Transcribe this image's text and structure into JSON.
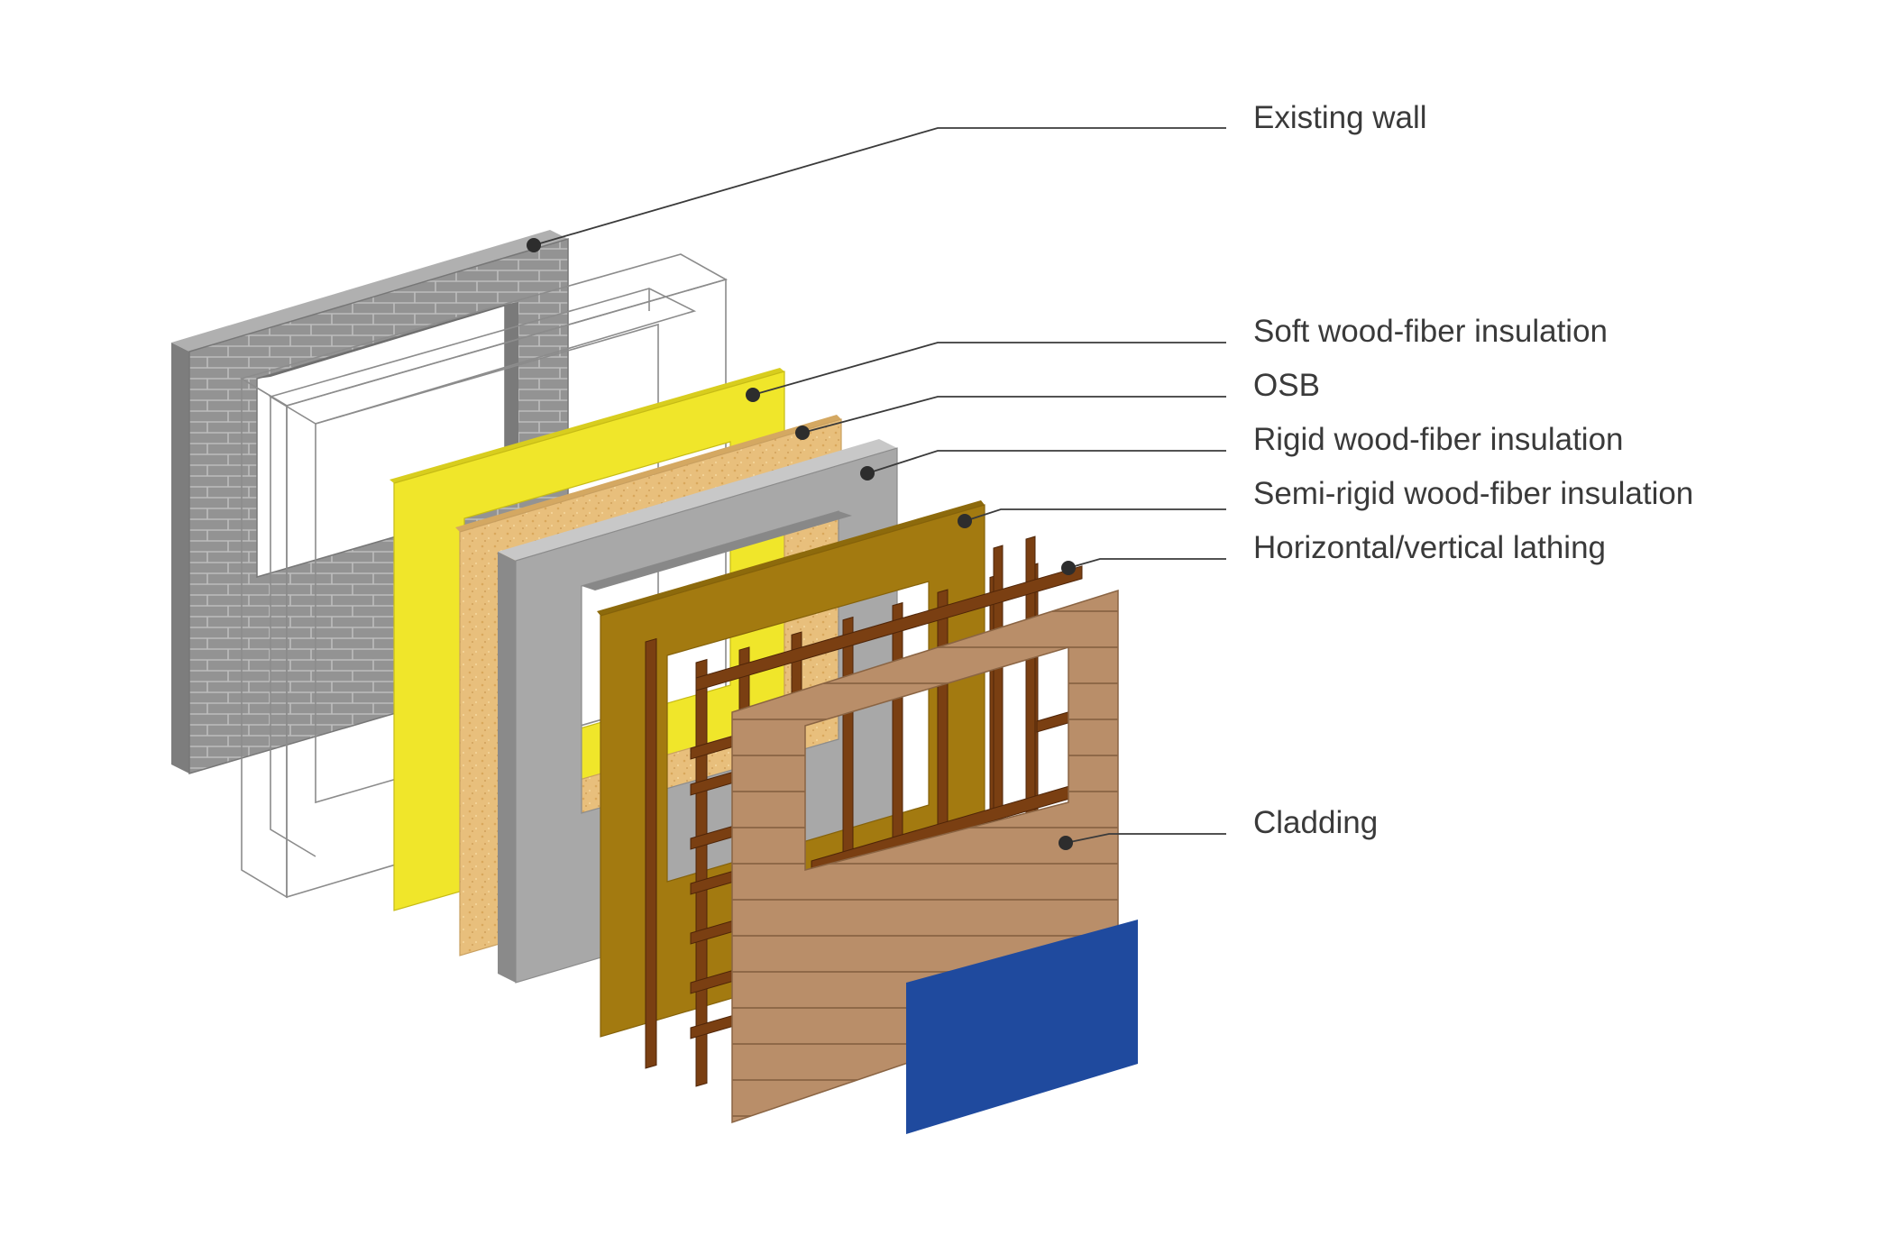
{
  "diagram": {
    "layers": [
      {
        "id": "existing-wall",
        "label": "Existing wall",
        "color": "#8e8e8e"
      },
      {
        "id": "soft-wood-fiber-insulation",
        "label": "Soft wood-fiber insulation",
        "color": "#f0e62a"
      },
      {
        "id": "osb",
        "label": "OSB",
        "color": "#e8bf7c"
      },
      {
        "id": "rigid-wood-fiber-insulation",
        "label": "Rigid wood-fiber insulation",
        "color": "#a6a6a6"
      },
      {
        "id": "semi-rigid-wood-fiber-insulation",
        "label": "Semi-rigid wood-fiber insulation",
        "color": "#a37a10"
      },
      {
        "id": "lathing",
        "label": "Horizontal/vertical lathing",
        "color": "#7a3f12"
      },
      {
        "id": "cladding",
        "label": "Cladding",
        "color": "#b88d68"
      }
    ],
    "accent_panel_color": "#1f4a9e",
    "leader_color": "#3a3a3a"
  }
}
